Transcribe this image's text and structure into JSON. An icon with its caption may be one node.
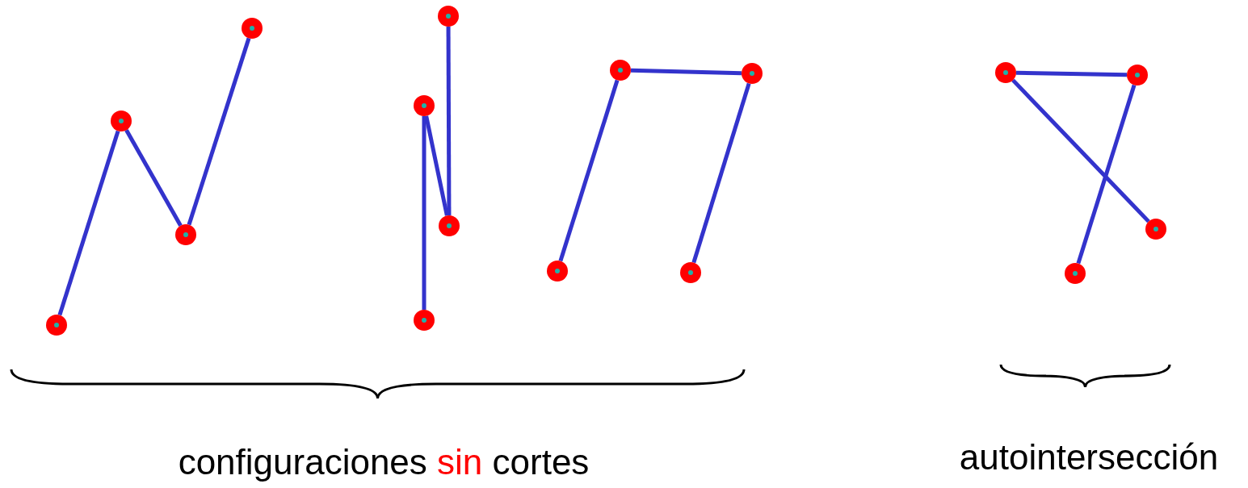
{
  "diagram": {
    "nodes": [
      {
        "text": [],
        "shape": "circle"
      },
      {
        "text": [],
        "shape": "circle"
      },
      {
        "text": [],
        "shape": "circle"
      },
      {
        "text": [],
        "shape": "circle"
      },
      {
        "text": [],
        "shape": "circle"
      },
      {
        "text": [],
        "shape": "circle"
      },
      {
        "text": [],
        "shape": "circle"
      },
      {
        "text": [],
        "shape": "circle"
      },
      {
        "text": [],
        "shape": "circle"
      },
      {
        "text": [],
        "shape": "circle"
      },
      {
        "text": [],
        "shape": "circle"
      },
      {
        "text": [],
        "shape": "circle"
      },
      {
        "text": [],
        "shape": "circle"
      },
      {
        "text": [],
        "shape": "circle"
      },
      {
        "text": [],
        "shape": "circle"
      },
      {
        "text": [],
        "shape": "circle"
      }
    ],
    "edges": [
      {
        "from": 0,
        "to": 1,
        "arrow": "none"
      },
      {
        "from": 1,
        "to": 2,
        "arrow": "none"
      },
      {
        "from": 2,
        "to": 3,
        "arrow": "none"
      },
      {
        "from": 4,
        "to": 6,
        "arrow": "none"
      },
      {
        "from": 6,
        "to": 5,
        "arrow": "none"
      },
      {
        "from": 5,
        "to": 7,
        "arrow": "none"
      },
      {
        "from": 8,
        "to": 9,
        "arrow": "none"
      },
      {
        "from": 9,
        "to": 11,
        "arrow": "none"
      },
      {
        "from": 11,
        "to": 10,
        "arrow": "none"
      },
      {
        "from": 12,
        "to": 14,
        "arrow": "none"
      },
      {
        "from": 12,
        "to": 13,
        "arrow": "none"
      },
      {
        "from": 13,
        "to": 15,
        "arrow": "none"
      }
    ],
    "labels": [
      "configuraciones sin cortes",
      "autointersección"
    ]
  }
}
